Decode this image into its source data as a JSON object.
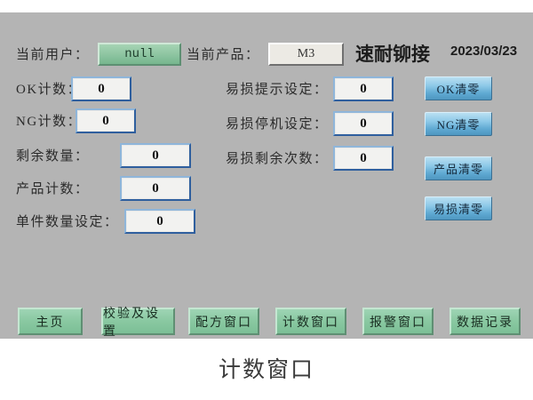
{
  "panel": {
    "background_color": "#b4b4b4",
    "title": "速耐铆接",
    "date": "2023/03/23"
  },
  "header": {
    "current_user_label": "当前用户：",
    "current_user_value": "null",
    "current_product_label": "当前产品：",
    "current_product_value": "M3"
  },
  "left_column": [
    {
      "label": "OK计数：",
      "value": "0"
    },
    {
      "label": "NG计数：",
      "value": "0"
    },
    {
      "label": "剩余数量：",
      "value": "0"
    },
    {
      "label": "产品计数：",
      "value": "0"
    },
    {
      "label": "单件数量设定：",
      "value": "0"
    }
  ],
  "middle_column": [
    {
      "label": "易损提示设定：",
      "value": "0"
    },
    {
      "label": "易损停机设定：",
      "value": "0"
    },
    {
      "label": "易损剩余次数：",
      "value": "0"
    }
  ],
  "reset_buttons": [
    {
      "label": "OK清零"
    },
    {
      "label": "NG清零"
    },
    {
      "label": "产品清零"
    },
    {
      "label": "易损清零"
    }
  ],
  "nav_buttons": [
    {
      "label": "主页"
    },
    {
      "label": "校验及设置"
    },
    {
      "label": "配方窗口"
    },
    {
      "label": "计数窗口"
    },
    {
      "label": "报警窗口"
    },
    {
      "label": "数据记录"
    }
  ],
  "caption": "计数窗口",
  "colors": {
    "panel_gray": "#b4b4b4",
    "field_blue_border": "#2f5f9e",
    "button_blue": "#8ec9e8",
    "button_green": "#89c8a1"
  }
}
